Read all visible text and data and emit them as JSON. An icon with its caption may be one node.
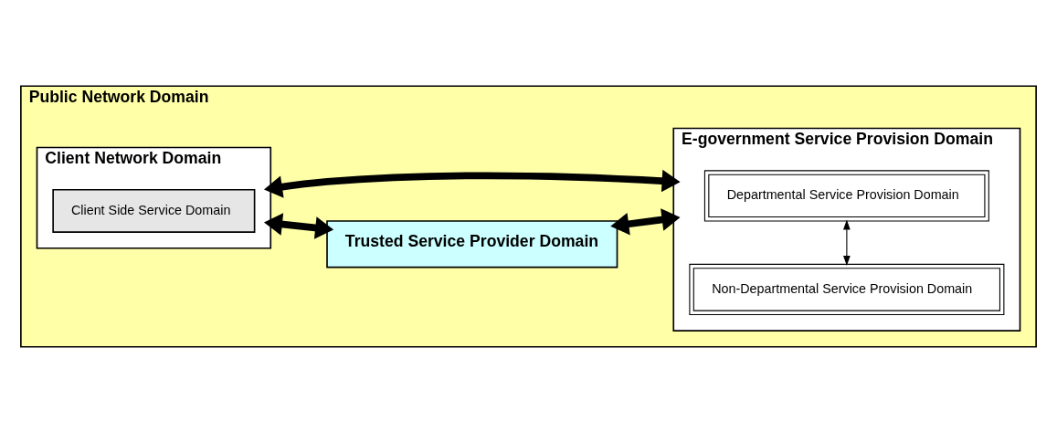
{
  "diagram": {
    "nodes": [
      {
        "text": [
          "Public Network Domain"
        ]
      },
      {
        "text": [
          "Client Network Domain"
        ],
        "in": 0
      },
      {
        "text": [
          "Client Side Service Domain"
        ],
        "in": 1
      },
      {
        "text": [
          "Trusted Service Provider Domain"
        ],
        "in": 0
      },
      {
        "text": [
          "E-government Service Provision Domain"
        ],
        "in": 0
      },
      {
        "text": [
          "Departmental Service Provision Domain"
        ],
        "in": 4
      },
      {
        "text": [
          "Non-Departmental Service Provision Domain"
        ],
        "in": 4
      }
    ],
    "edges": [
      {
        "from": 1,
        "to": 3,
        "arrow": "both"
      },
      {
        "from": 3,
        "to": 4,
        "arrow": "both"
      },
      {
        "from": 1,
        "to": 4,
        "arrow": "both"
      },
      {
        "from": 5,
        "to": 6,
        "arrow": "both"
      }
    ]
  }
}
